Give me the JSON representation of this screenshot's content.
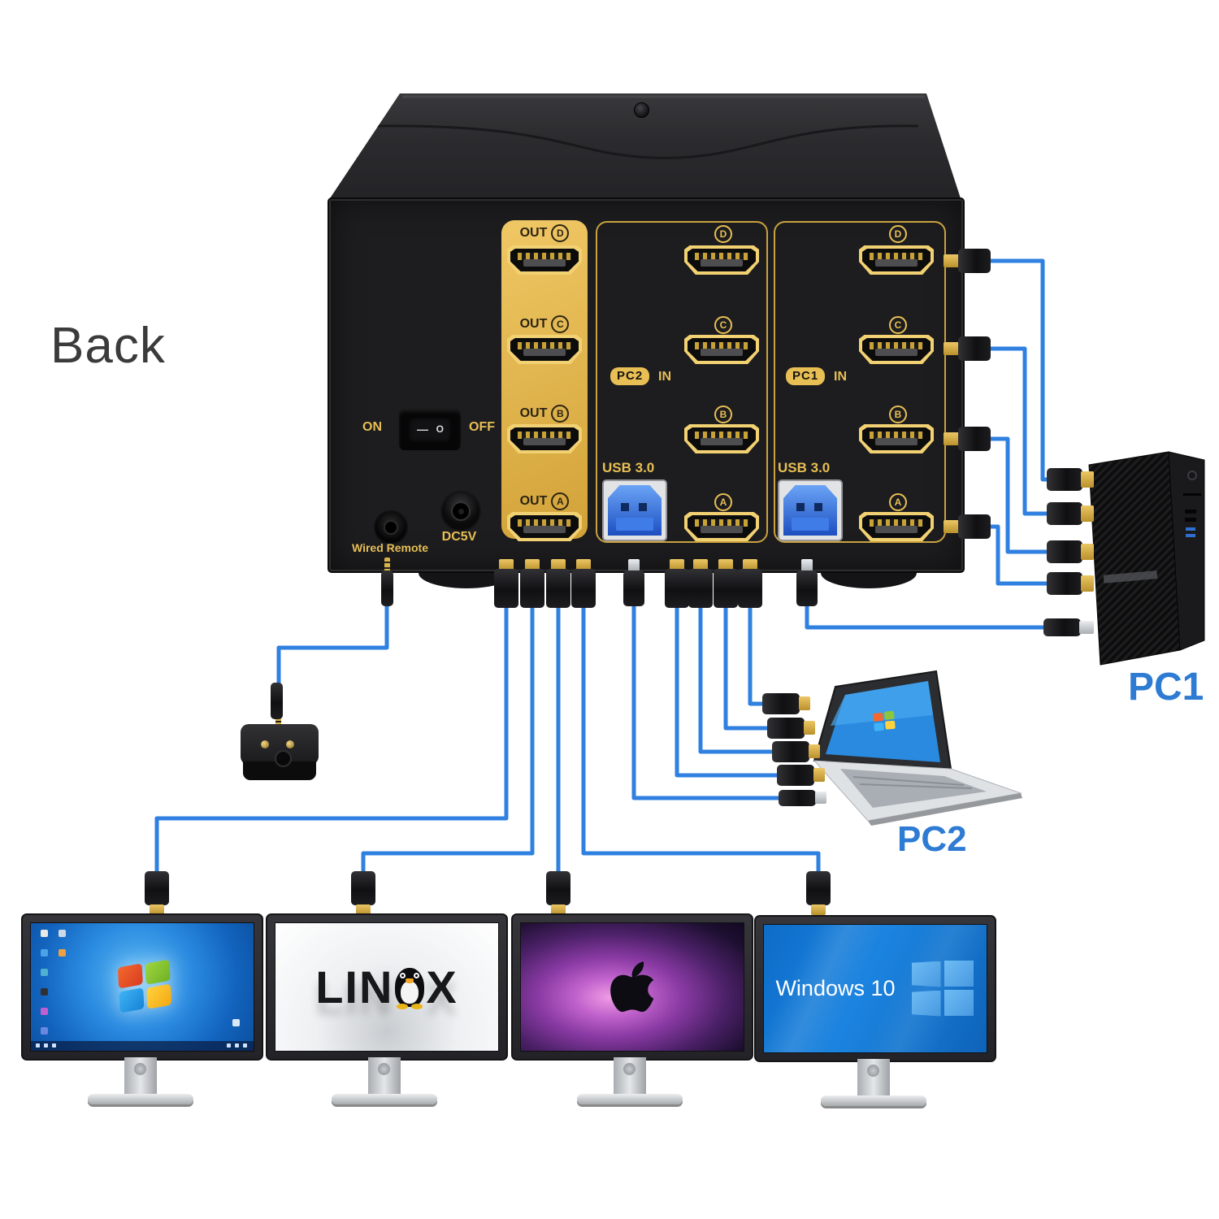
{
  "colors": {
    "cable_blue": "#2f80e0",
    "gold": "#e8bf55",
    "gold_panel": "#ddb04a",
    "pc_label_blue": "#2e7bd4",
    "usb_port_blue": "#2f66d8",
    "box_black": "#1d1d1f"
  },
  "scene": {
    "view_label": "Back"
  },
  "kvm": {
    "power": {
      "on": "ON",
      "off": "OFF",
      "dash_mark": "—",
      "circle_mark": "O"
    },
    "wired_remote_label": "Wired Remote",
    "power_input_label": "DC5V",
    "out_panel": {
      "ports": [
        {
          "prefix": "OUT",
          "letter": "D"
        },
        {
          "prefix": "OUT",
          "letter": "C"
        },
        {
          "prefix": "OUT",
          "letter": "B"
        },
        {
          "prefix": "OUT",
          "letter": "A"
        }
      ]
    },
    "pc2_panel": {
      "badge": "PC2",
      "badge_suffix": "IN",
      "usb_label": "USB 3.0",
      "ports": [
        {
          "letter": "D"
        },
        {
          "letter": "C"
        },
        {
          "letter": "B"
        },
        {
          "letter": "A"
        }
      ]
    },
    "pc1_panel": {
      "badge": "PC1",
      "badge_suffix": "IN",
      "usb_label": "USB 3.0",
      "ports": [
        {
          "letter": "D"
        },
        {
          "letter": "C"
        },
        {
          "letter": "B"
        },
        {
          "letter": "A"
        }
      ]
    }
  },
  "computers": {
    "pc1_label": "PC1",
    "pc2_label": "PC2"
  },
  "monitors": {
    "linux_text_left": "LIN",
    "linux_text_right": "X",
    "windows10_text": "Windows 10"
  }
}
